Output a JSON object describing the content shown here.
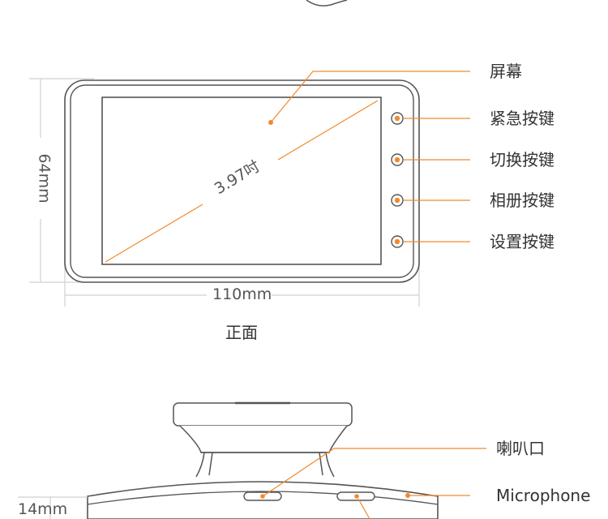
{
  "labels": {
    "screen": "屏幕",
    "emergency_button": "紧急按键",
    "switch_button": "切换按键",
    "album_button": "相册按键",
    "settings_button": "设置按键",
    "speaker": "喇叭口",
    "microphone": "Microphone"
  },
  "dimensions": {
    "height": "64mm",
    "width": "110mm",
    "diagonal": "3.97吋",
    "thickness": "14mm"
  },
  "captions": {
    "front_view": "正面"
  },
  "colors": {
    "accent": "#f08a2c",
    "outline": "#555555",
    "dimension_line": "#d0d0d0"
  }
}
